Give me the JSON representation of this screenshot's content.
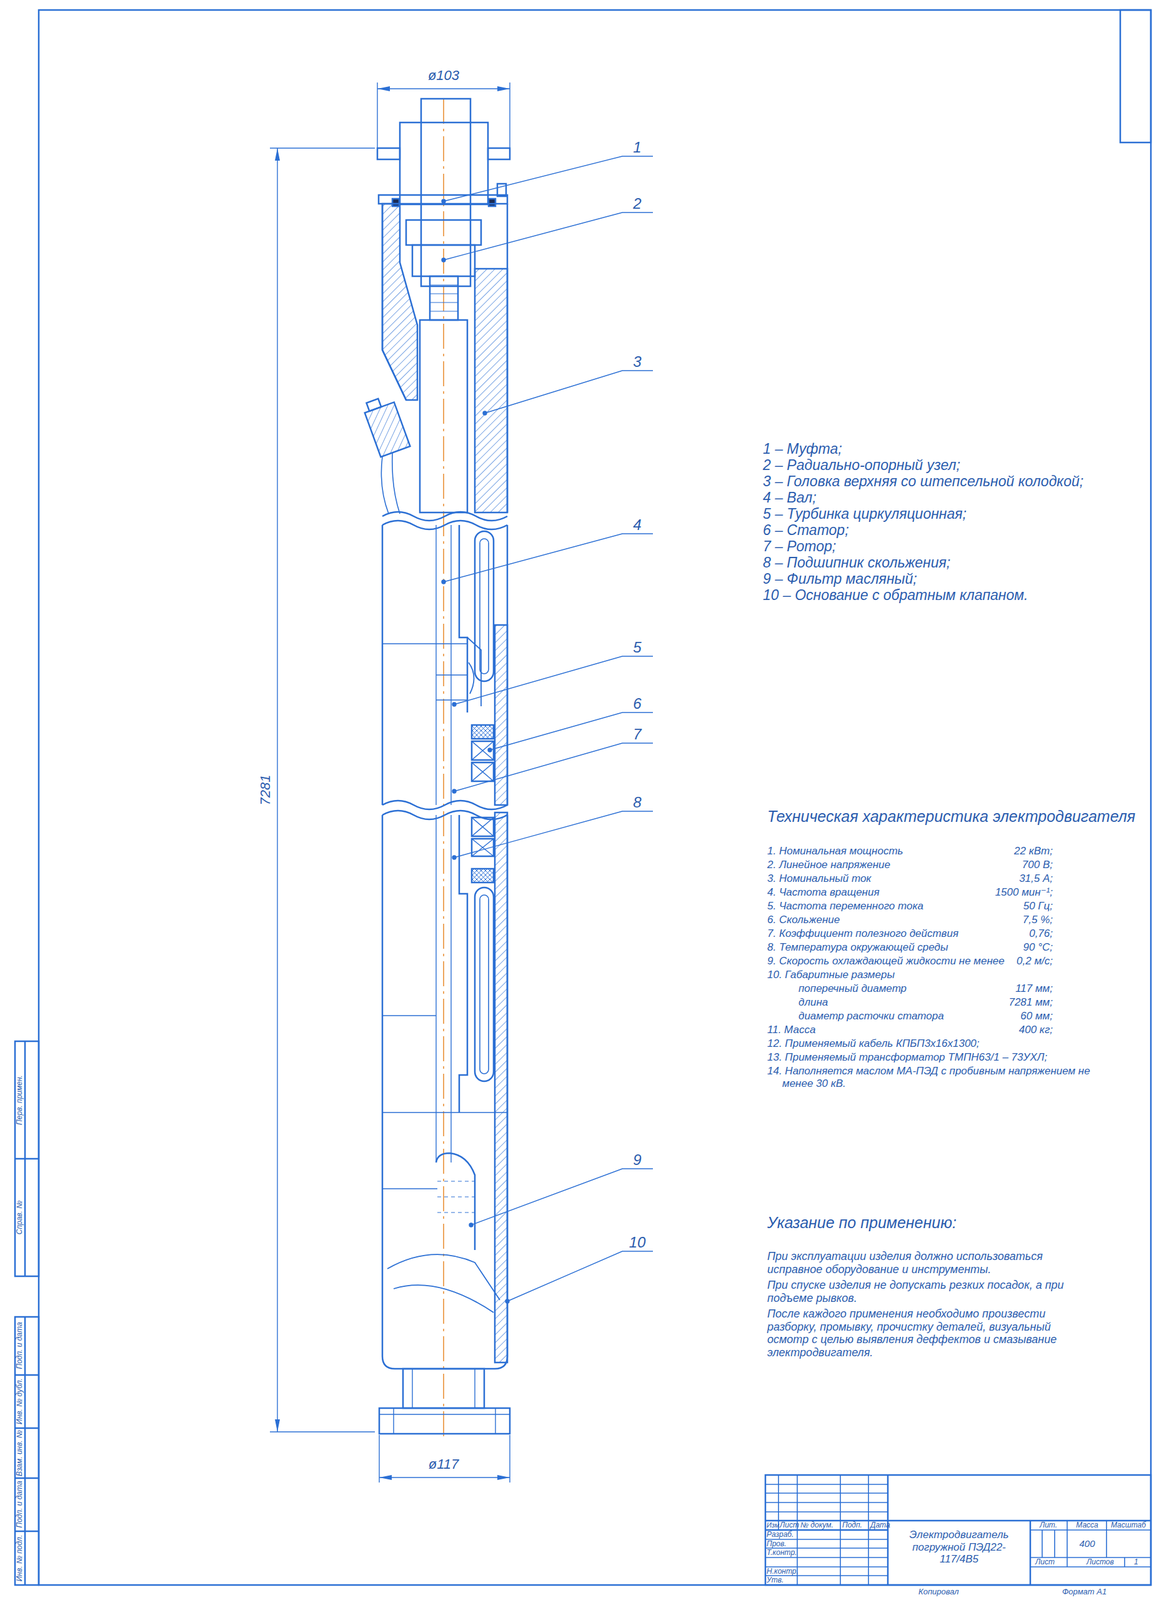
{
  "diagram": {
    "labels": [
      "ø103",
      "7281",
      "ø117",
      "1",
      "2",
      "3",
      "4",
      "5",
      "6",
      "7",
      "8",
      "9",
      "10",
      "1 – Муфта;",
      "2 – Радиально-опорный узел;",
      "3 – Головка верхняя со штепсельной колодкой;",
      "4 – Вал;",
      "5 – Турбинка циркуляционная;",
      "6 – Статор;",
      "7 – Ротор;",
      "8 – Подшипник скольжения;",
      "9 – Фильтр масляный;",
      "10 – Основание с обратным клапаном.",
      "Техническая характеристика электродвигателя",
      "1. Номинальная мощность",
      "22 кВт;",
      "2. Линейное напряжение",
      "700 В;",
      "3. Номинальный ток",
      "31,5 А;",
      "4. Частота вращения",
      "1500 мин⁻¹;",
      "5. Частота переменного тока",
      "50 Гц;",
      "6. Скольжение",
      "7,5 %;",
      "7. Коэффициент полезного действия",
      "0,76;",
      "8. Температура окружающей среды",
      "90 °С;",
      "9. Скорость охлаждающей жидкости не менее",
      "0,2 м/с;",
      "10. Габаритные размеры",
      "поперечный диаметр",
      "117 мм;",
      "длина",
      "7281 мм;",
      "диаметр расточки статора",
      "60 мм;",
      "11. Масса",
      "400 кг;",
      "12. Применяемый кабель КПБП3х16х1300;",
      "13. Применяемый трансформатор ТМПН63/1 – 73УХЛ;",
      "14. Наполняется маслом МА-ПЭД с пробивным напряжением не менее 30 кВ.",
      "Указание по применению:",
      "При эксплуатации изделия должно использоваться исправное оборудование и инструменты.",
      "При спуске изделия не допускать резких посадок, а при подъеме рывков.",
      "После каждого применения необходимо произвести разборку, промывку, прочистку деталей, визуальный осмотр с целью выявления деффектов и смазывание электродвигателя.",
      "Изм",
      "Лист",
      "№ докум.",
      "Подп.",
      "Дата",
      "Разраб.",
      "Пров.",
      "Т.контр.",
      "Н.контр.",
      "Утв.",
      "Электродвигатель погружной ПЭД22-117/4В5",
      "Лит.",
      "Масса",
      "Масштаб",
      "400",
      "Лист",
      "Листов",
      "1",
      "Копировал",
      "Формат А1",
      "Перв. примен.",
      "Справ. №",
      "Подп. и дата",
      "Инв. № дубл.",
      "Взам. инв. №",
      "Подп. и дата",
      "Инв. № подл."
    ]
  }
}
